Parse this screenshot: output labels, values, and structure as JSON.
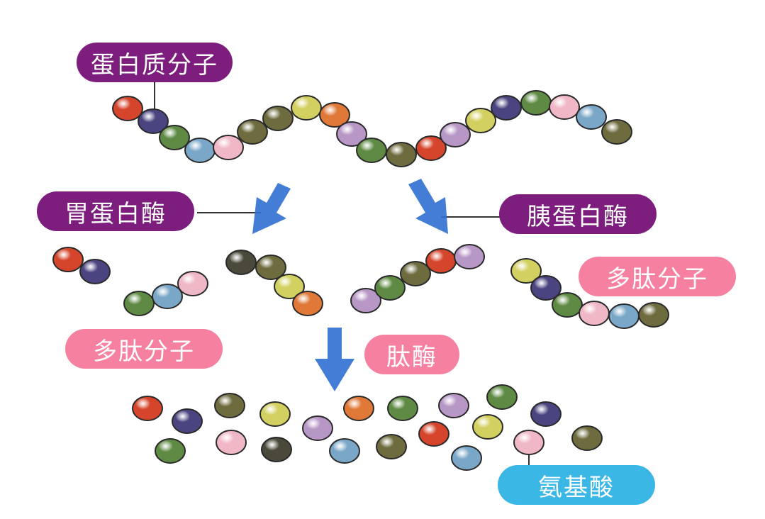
{
  "labels": {
    "protein_molecule": "蛋白质分子",
    "pepsin": "胃蛋白酶",
    "trypsin": "胰蛋白酶",
    "polypeptide_left": "多肽分子",
    "polypeptide_right": "多肽分子",
    "peptidase": "肽酶",
    "amino_acid": "氨基酸"
  },
  "colors": {
    "label_purple": "#7d1d7e",
    "label_pink": "#f580a0",
    "label_cyan": "#3bb7e6",
    "arrow_blue": "#2f6fd0"
  },
  "bead_palette": {
    "red": "#d5452c",
    "navy": "#4a4580",
    "green": "#5e8a44",
    "blue": "#7aa7c7",
    "pink": "#f0b8c6",
    "olive": "#6e6b3e",
    "yellow": "#d2d060",
    "orange": "#e07838",
    "lavender": "#b797c6",
    "dark": "#4b4a3a"
  },
  "protein_chain": [
    "red",
    "navy",
    "green",
    "blue",
    "pink",
    "olive",
    "olive",
    "yellow",
    "orange",
    "lavender",
    "green",
    "olive",
    "red",
    "lavender",
    "yellow",
    "navy",
    "green",
    "pink",
    "blue",
    "olive"
  ],
  "fragments": [
    [
      "red",
      "navy"
    ],
    [
      "green",
      "blue",
      "pink"
    ],
    [
      "dark",
      "olive",
      "yellow",
      "orange"
    ],
    [
      "lavender",
      "green",
      "olive",
      "red",
      "lavender"
    ],
    [
      "yellow",
      "navy",
      "green",
      "pink",
      "blue",
      "olive"
    ]
  ],
  "amino_acids": [
    "red",
    "navy",
    "olive",
    "yellow",
    "lavender",
    "orange",
    "green",
    "lavender",
    "green",
    "navy",
    "green",
    "pink",
    "dark",
    "blue",
    "olive",
    "red",
    "yellow",
    "blue",
    "pink",
    "olive"
  ]
}
